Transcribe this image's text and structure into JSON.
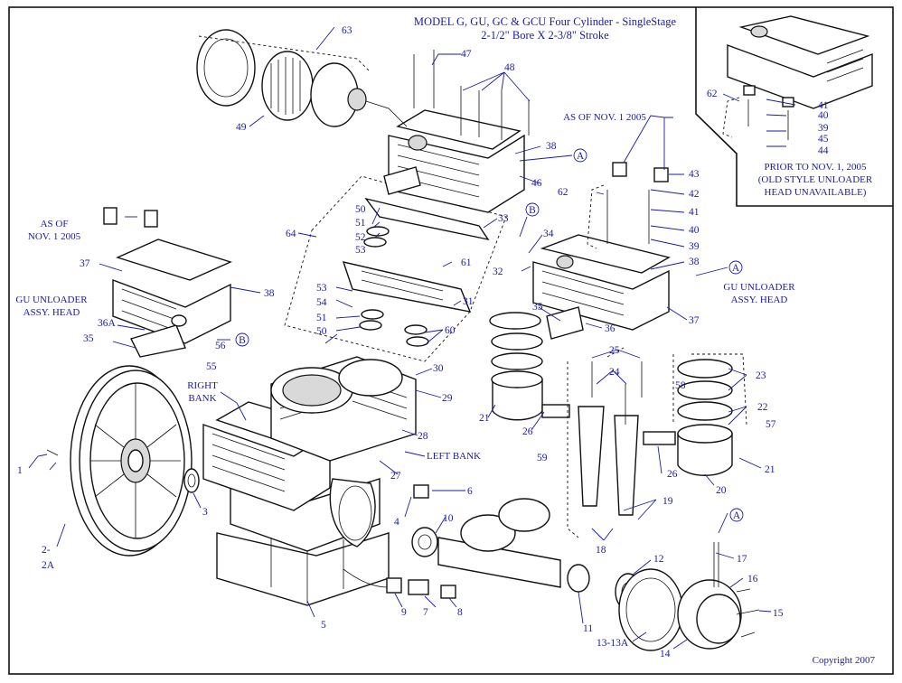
{
  "header": {
    "title_line1": "MODEL G, GU, GC & GCU Four Cylinder - SingleStage",
    "title_line2": "2-1/2\" Bore X 2-3/8\" Stroke"
  },
  "notes": {
    "as_of_nov_2005_line1": "AS OF",
    "as_of_nov_2005_line2": "NOV. 1 2005",
    "as_of_nov_2005_right": "AS OF NOV. 1 2005",
    "gu_unloader_left_line1": "GU UNLOADER",
    "gu_unloader_left_line2": "ASSY. HEAD",
    "gu_unloader_right_line1": "GU UNLOADER",
    "gu_unloader_right_line2": "ASSY. HEAD",
    "right_bank_line1": "RIGHT",
    "right_bank_line2": "BANK",
    "left_bank": "LEFT BANK",
    "prior_line1": "PRIOR TO NOV. 1, 2005",
    "prior_line2": "(OLD STYLE UNLOADER",
    "prior_line3": "HEAD UNAVAILABLE)"
  },
  "callouts": {
    "c1": "1",
    "c2a": "2-",
    "c2b": "2A",
    "c3": "3",
    "c4": "4",
    "c5": "5",
    "c6": "6",
    "c7": "7",
    "c8": "8",
    "c9": "9",
    "c10": "10",
    "c11": "11",
    "c12": "12",
    "c13": "13-13A",
    "c14": "14",
    "c15": "15",
    "c16": "16",
    "c17": "17",
    "c18": "18",
    "c19": "19",
    "c20": "20",
    "c21a": "21",
    "c21b": "21",
    "c22": "22",
    "c23": "23",
    "c24": "24",
    "c25": "25",
    "c26a": "26",
    "c26b": "26",
    "c27": "27",
    "c28": "28",
    "c29": "29",
    "c30": "30",
    "c31": "31",
    "c32": "32",
    "c33": "33",
    "c34": "34",
    "c35a": "35",
    "c35b": "35",
    "c36": "36",
    "c36a": "36A",
    "c37a": "37",
    "c37b": "37",
    "c38a": "38",
    "c38b": "38",
    "c38c": "38",
    "c39a": "39",
    "c39b": "39",
    "c40a": "40",
    "c40b": "40",
    "c41a": "41",
    "c41b": "41",
    "c42": "42",
    "c43": "43",
    "c44": "44",
    "c45": "45",
    "c46": "46",
    "c47": "47",
    "c48": "48",
    "c49": "49",
    "c50a": "50",
    "c50b": "50",
    "c51a": "51",
    "c51b": "51",
    "c52": "52",
    "c53a": "53",
    "c53b": "53",
    "c54": "54",
    "c55": "55",
    "c56": "56",
    "c57": "57",
    "c58": "58",
    "c59": "59",
    "c60": "60",
    "c61": "61",
    "c62a": "62",
    "c62b": "62",
    "c63": "63",
    "c64": "64"
  },
  "markers": {
    "a": "A",
    "b": "B"
  },
  "footer": {
    "copyright": "Copyright 2007"
  }
}
